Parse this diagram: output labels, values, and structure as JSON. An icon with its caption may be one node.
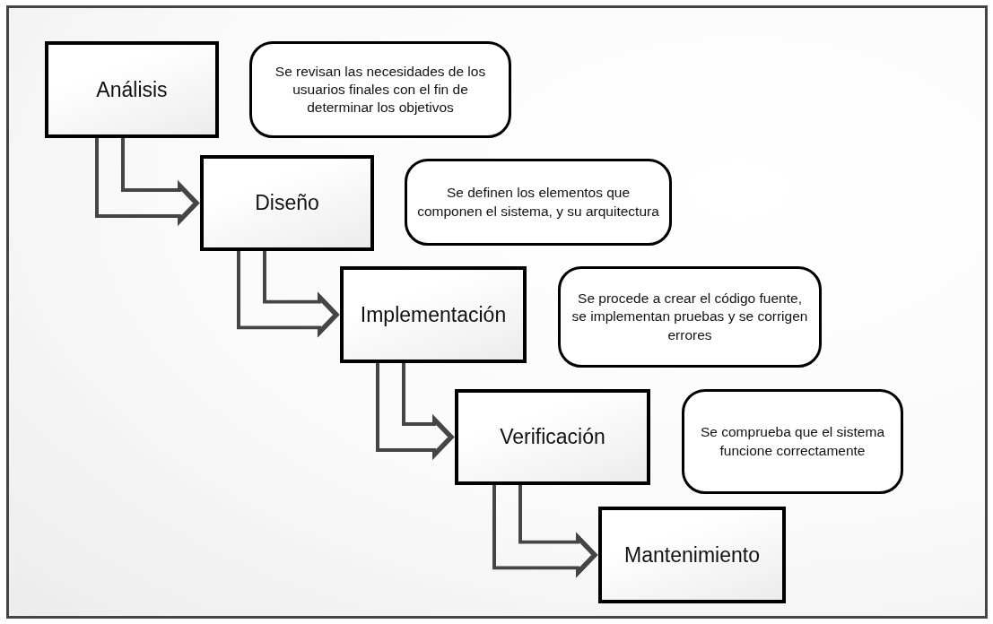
{
  "diagram": {
    "nodes": [
      {
        "text": [
          "Análisis"
        ]
      },
      {
        "text": [
          "Se revisan las necesidades de los usuarios finales con el fin de determinar los objetivos"
        ]
      },
      {
        "text": [
          "Diseño"
        ]
      },
      {
        "text": [
          "Se definen los elementos que componen el sistema, y su arquitectura"
        ]
      },
      {
        "text": [
          "Implementación"
        ]
      },
      {
        "text": [
          "Se procede a crear el código fuente, se implementan pruebas y se corrigen errores"
        ]
      },
      {
        "text": [
          "Verificación"
        ]
      },
      {
        "text": [
          "Se comprueba que el sistema funcione correctamente"
        ]
      },
      {
        "text": [
          "Mantenimiento"
        ]
      }
    ],
    "edges": [
      {
        "from": 0,
        "to": 2,
        "arrow": "to"
      },
      {
        "from": 2,
        "to": 4,
        "arrow": "to"
      },
      {
        "from": 4,
        "to": 6,
        "arrow": "to"
      },
      {
        "from": 6,
        "to": 8,
        "arrow": "to"
      }
    ]
  }
}
